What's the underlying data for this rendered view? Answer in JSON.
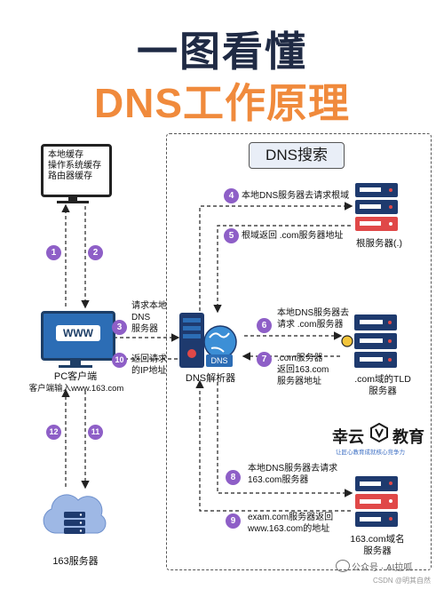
{
  "title": {
    "line1": "一图看懂",
    "line2": "DNS工作原理"
  },
  "search_box": {
    "label": "DNS搜索"
  },
  "local_cache": {
    "lines": [
      "本地缓存",
      "操作系统缓存",
      "路由器缓存"
    ]
  },
  "pc": {
    "screen_text": "WWW",
    "label": "PC客户端",
    "sublabel": "客户端输入www.163.com"
  },
  "resolver": {
    "badge": "DNS",
    "label": "DNS解析器"
  },
  "server_163": {
    "label": "163服务器"
  },
  "root_server": {
    "label": "根服务器(.)"
  },
  "tld_server": {
    "label_line1": ".com域的TLD",
    "label_line2": "服务器"
  },
  "com163_server": {
    "label_line1": "163.com域名",
    "label_line2": "服务器"
  },
  "steps": {
    "s1": {
      "num": "1"
    },
    "s2": {
      "num": "2"
    },
    "s3": {
      "num": "3",
      "lines": [
        "请求本地",
        "DNS",
        "服务器"
      ]
    },
    "s4": {
      "num": "4",
      "text": "本地DNS服务器去请求根域"
    },
    "s5": {
      "num": "5",
      "text": "根域返回 .com服务器地址"
    },
    "s6": {
      "num": "6",
      "lines": [
        "本地DNS服务器去",
        "请求 .com服务器"
      ]
    },
    "s7": {
      "num": "7",
      "lines": [
        ".com服务器",
        "返回163.com",
        "服务器地址"
      ]
    },
    "s8": {
      "num": "8",
      "lines": [
        "本地DNS服务器去请求",
        "163.com服务器"
      ]
    },
    "s9": {
      "num": "9",
      "lines": [
        "exam.com服务器返回",
        "www.163.com的地址"
      ]
    },
    "s10": {
      "num": "10",
      "lines": [
        "返回请求",
        "的IP地址"
      ]
    },
    "s11": {
      "num": "11"
    },
    "s12": {
      "num": "12"
    }
  },
  "brand": {
    "name_left": "幸云",
    "name_right": "教育",
    "slogan": "让匠心教育成就核心竞争力"
  },
  "watermark": {
    "line1": "公众号 · AI拉呱",
    "line2": "CSDN @明其自然"
  },
  "colors": {
    "accent": "#8e5fc7",
    "title_dark": "#1f2a44",
    "title_orange": "#f08a3c",
    "server_red": "#e04848",
    "server_navy": "#1e3a6e"
  }
}
